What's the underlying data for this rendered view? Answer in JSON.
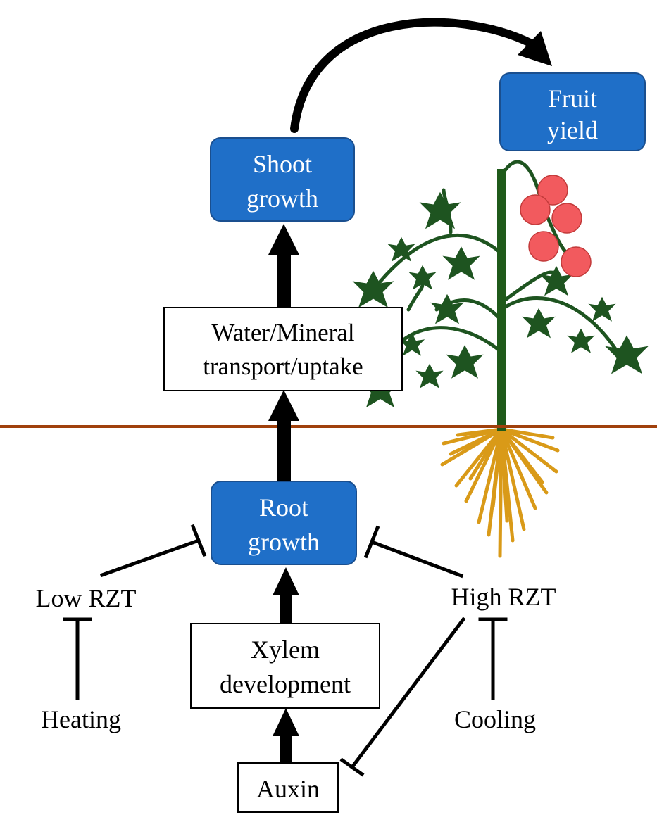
{
  "nodes": {
    "fruit_yield": {
      "line1": "Fruit",
      "line2": "yield"
    },
    "shoot_growth": {
      "line1": "Shoot",
      "line2": "growth"
    },
    "transport": {
      "line1": "Water/Mineral",
      "line2": "transport/uptake"
    },
    "root_growth": {
      "line1": "Root",
      "line2": "growth"
    },
    "xylem": {
      "line1": "Xylem",
      "line2": "development"
    },
    "auxin": {
      "label": "Auxin"
    },
    "low_rzt": {
      "label": "Low RZT"
    },
    "high_rzt": {
      "label": "High RZT"
    },
    "heating": {
      "label": "Heating"
    },
    "cooling": {
      "label": "Cooling"
    }
  },
  "colors": {
    "blue_box": "#1f6fc8",
    "blue_border": "#1a4f8f",
    "soil_line": "#a0400c",
    "stem": "#1f5a1a",
    "leaf": "#1e5420",
    "fruit": "#f25a5e",
    "fruit_stroke": "#c23a3a",
    "root": "#d99a18",
    "arrow": "#000000"
  }
}
